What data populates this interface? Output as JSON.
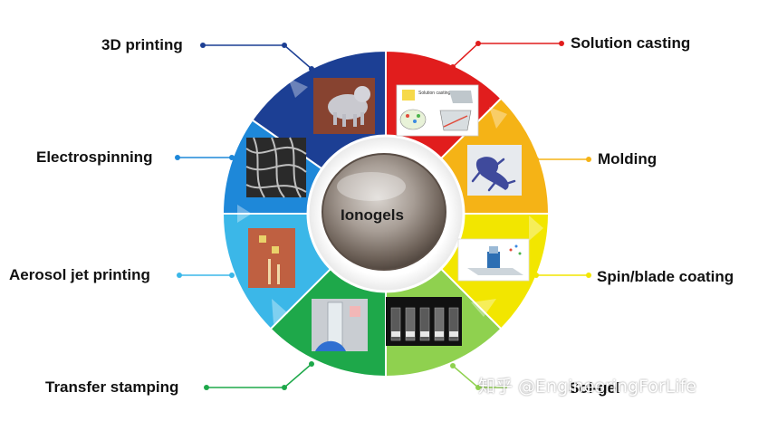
{
  "center_label": "Ionogels",
  "methods": [
    {
      "name": "3D printing",
      "color": "#1c3f94"
    },
    {
      "name": "Solution casting",
      "color": "#e11d1d"
    },
    {
      "name": "Molding",
      "color": "#f5b316"
    },
    {
      "name": "Spin/blade coating",
      "color": "#f2e600"
    },
    {
      "name": "Sol-gel",
      "color": "#8fd14f"
    },
    {
      "name": "Transfer stamping",
      "color": "#1ea84a"
    },
    {
      "name": "Aerosol jet printing",
      "color": "#3bb7e8"
    },
    {
      "name": "Electrospinning",
      "color": "#1e88d9"
    }
  ],
  "thumb_text": {
    "solution_casting": "Solution casting"
  },
  "watermark": "知乎 @EngineeringForLife"
}
